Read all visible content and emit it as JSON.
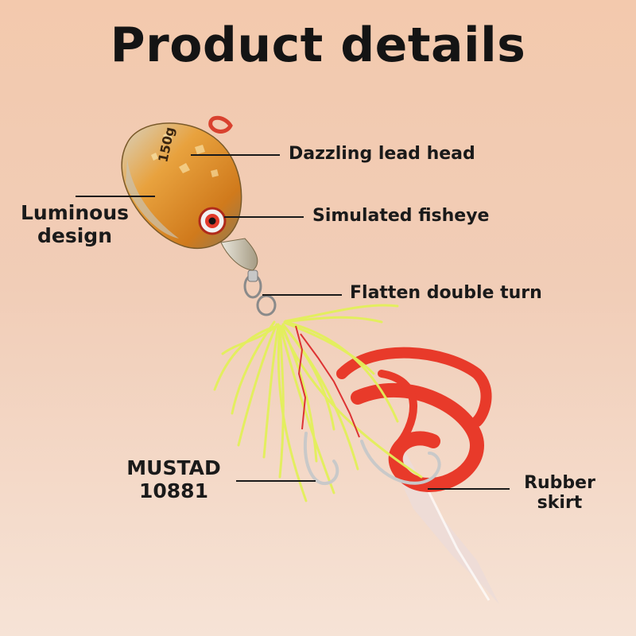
{
  "title": "Product details",
  "callouts": {
    "lead_head": "Dazzling lead head",
    "luminous": [
      "Luminous",
      "design"
    ],
    "fisheye": "Simulated fisheye",
    "double_turn": "Flatten double turn",
    "hook": [
      "MUSTAD",
      "10881"
    ],
    "skirt": [
      "Rubber",
      "skirt"
    ]
  },
  "lure": {
    "head_marking": "150g"
  },
  "colors": {
    "background_top": "#f3c9ad",
    "background_bottom": "#f6e3d6",
    "head_gold": "#e0902c",
    "skirt_yellow": "#e3f05a",
    "skirt_red": "#e83a2a",
    "text": "#1a1a1a"
  }
}
